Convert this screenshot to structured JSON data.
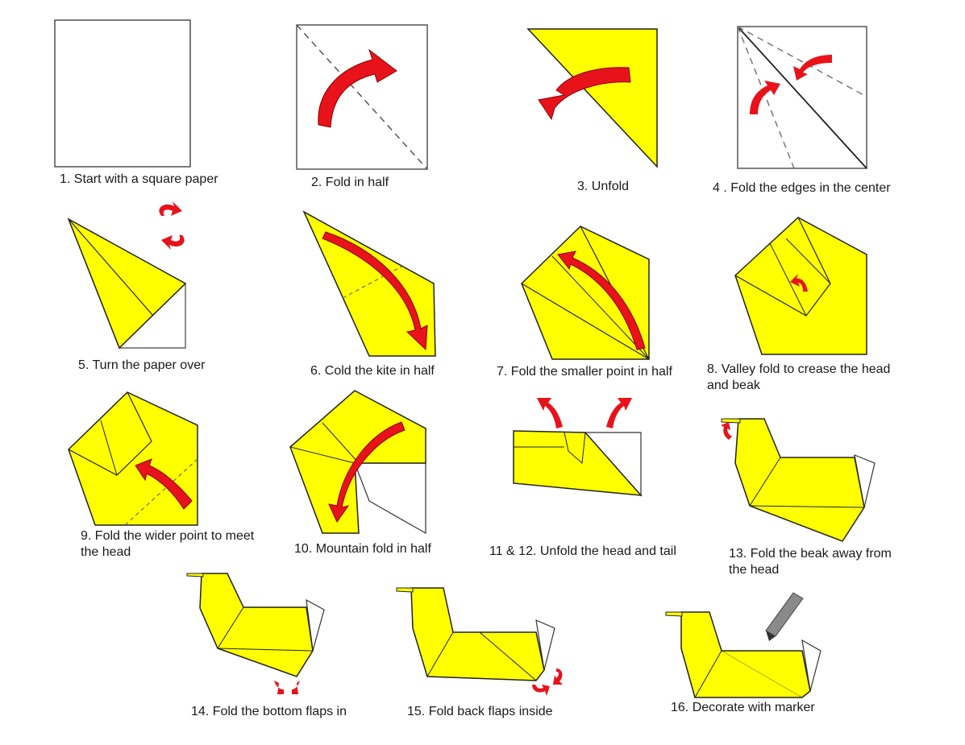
{
  "colors": {
    "paper_yellow": "#ffff00",
    "arrow_red": "#e8131a",
    "outline": "#222222",
    "marker_gray": "#8a8a8a"
  },
  "steps": [
    {
      "num": 1,
      "label": "1. Start with a square paper"
    },
    {
      "num": 2,
      "label": "2. Fold in half"
    },
    {
      "num": 3,
      "label": "3. Unfold"
    },
    {
      "num": 4,
      "label": "4 . Fold the edges in the center"
    },
    {
      "num": 5,
      "label": "5. Turn the paper over"
    },
    {
      "num": 6,
      "label": "6. Cold the kite in half"
    },
    {
      "num": 7,
      "label": "7. Fold the smaller point in half"
    },
    {
      "num": 8,
      "label": "8. Valley fold to crease the head\n    and beak"
    },
    {
      "num": 9,
      "label": "9. Fold the wider point to meet\n the head"
    },
    {
      "num": 10,
      "label": "10. Mountain fold in half"
    },
    {
      "num": 11,
      "label": "11 & 12. Unfold the head and tail"
    },
    {
      "num": 13,
      "label": "13. Fold the beak away from\n      the head"
    },
    {
      "num": 14,
      "label": "14. Fold the bottom flaps in"
    },
    {
      "num": 15,
      "label": "15. Fold back flaps inside"
    },
    {
      "num": 16,
      "label": "16. Decorate with marker"
    }
  ],
  "icons": [
    "curved-fold-arrow-icon",
    "turn-over-arrows-icon",
    "marker-pen-icon"
  ]
}
